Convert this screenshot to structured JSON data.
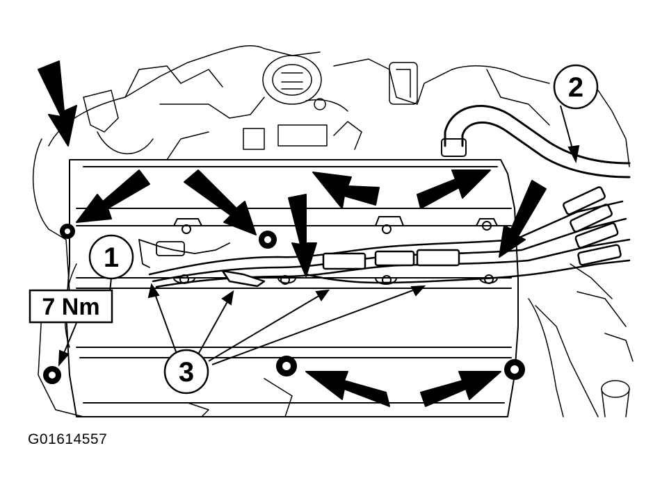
{
  "callouts": {
    "one": "1",
    "two": "2",
    "three": "3"
  },
  "torque_label": "7 Nm",
  "figure_id": "G01614557",
  "colors": {
    "ink": "#000000",
    "paper": "#ffffff"
  }
}
